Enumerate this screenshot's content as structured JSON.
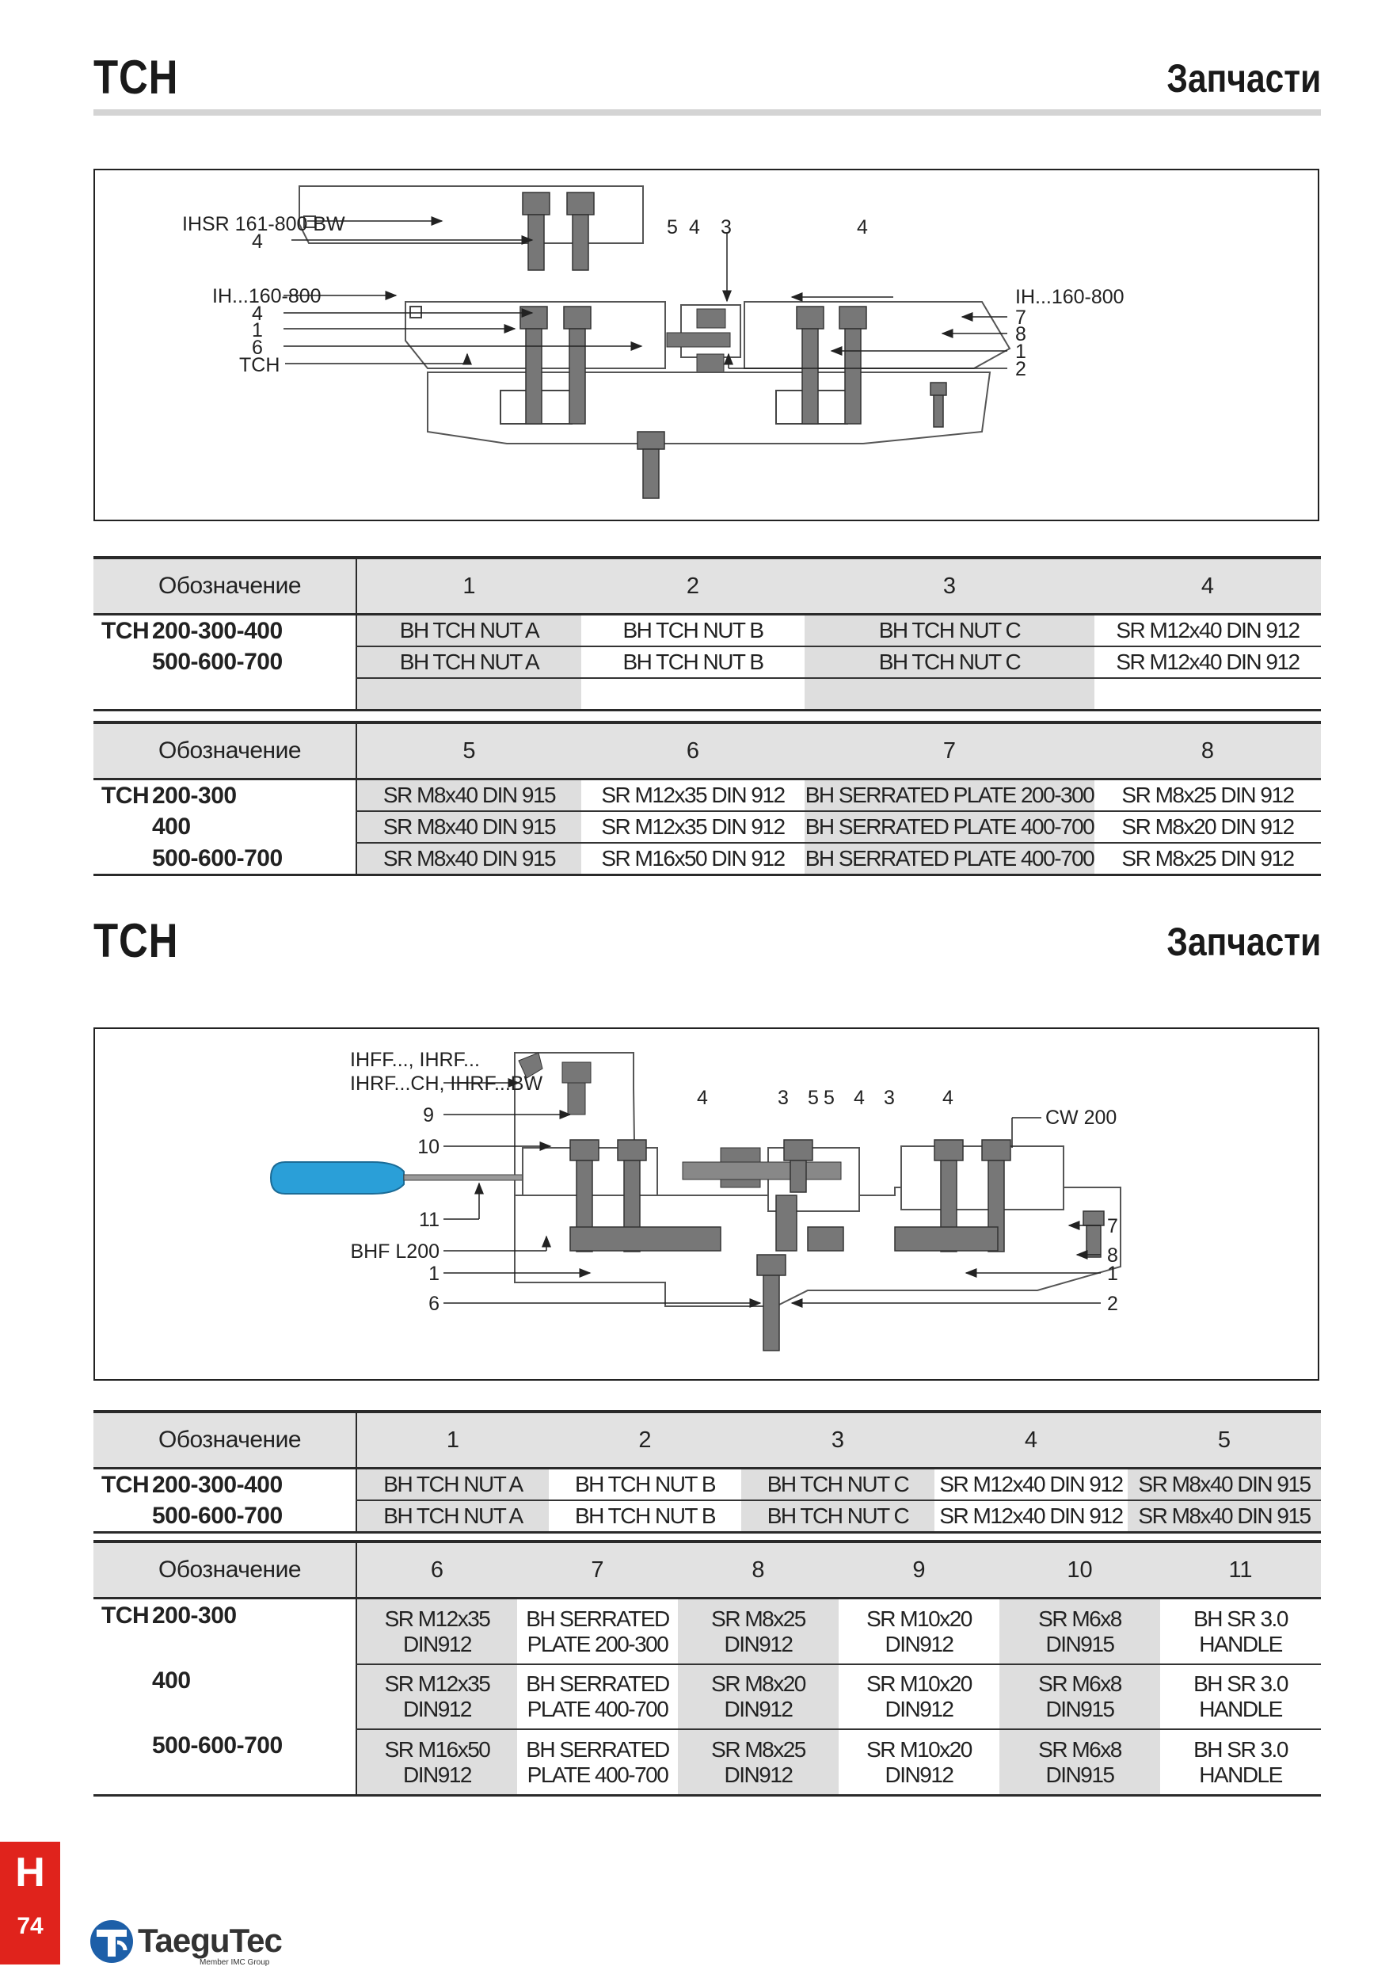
{
  "section1": {
    "title": "TCH",
    "subtitle": "Запчасти",
    "labels": {
      "ihsr": "IHSR 161-800 BW",
      "n4a": "4",
      "ih_left": "IH...160-800",
      "n4b": "4",
      "n1": "1",
      "n6": "6",
      "tch": "TCH",
      "c5": "5",
      "c4": "4",
      "c3": "3",
      "c4b": "4",
      "ih_right": "IH...160-800",
      "r7": "7",
      "r8": "8",
      "r1": "1",
      "r2": "2"
    },
    "table1": {
      "header": [
        "Обозначение",
        "1",
        "2",
        "3",
        "4"
      ],
      "rows": [
        {
          "k": "TCH",
          "size": "200-300-400",
          "cells": [
            "BH TCH NUT A",
            "BH TCH NUT B",
            "BH TCH NUT C",
            "SR M12x40 DIN 912"
          ]
        },
        {
          "k": "",
          "size": "500-600-700",
          "cells": [
            "BH TCH NUT A",
            "BH TCH NUT B",
            "BH TCH NUT C",
            "SR M12x40 DIN 912"
          ]
        }
      ]
    },
    "table2": {
      "header": [
        "Обозначение",
        "5",
        "6",
        "7",
        "8"
      ],
      "rows": [
        {
          "k": "TCH",
          "size": "200-300",
          "cells": [
            "SR M8x40 DIN 915",
            "SR M12x35 DIN 912",
            "BH SERRATED PLATE 200-300",
            "SR M8x25 DIN 912"
          ]
        },
        {
          "k": "",
          "size": "400",
          "cells": [
            "SR M8x40 DIN 915",
            "SR M12x35 DIN 912",
            "BH SERRATED PLATE 400-700",
            "SR M8x20 DIN 912"
          ]
        },
        {
          "k": "",
          "size": "500-600-700",
          "cells": [
            "SR M8x40 DIN 915",
            "SR M16x50 DIN 912",
            "BH SERRATED PLATE 400-700",
            "SR M8x25 DIN 912"
          ]
        }
      ]
    }
  },
  "section2": {
    "title": "TCH",
    "subtitle": "Запчасти",
    "labels": {
      "ihff1": "IHFF..., IHRF...",
      "ihff2": "IHRF...CH, IHRF...BW",
      "n9": "9",
      "n10": "10",
      "n11": "11",
      "bhf": "BHF L200",
      "n1": "1",
      "n6": "6",
      "c4a": "4",
      "c3a": "3",
      "c5a": "5",
      "c5b": "5",
      "c4b": "4",
      "c3b": "3",
      "c4c": "4",
      "cw": "CW 200",
      "r7": "7",
      "r8": "8",
      "r1": "1",
      "r2": "2"
    },
    "table3": {
      "header": [
        "Обозначение",
        "1",
        "2",
        "3",
        "4",
        "5"
      ],
      "rows": [
        {
          "k": "TCH",
          "size": "200-300-400",
          "cells": [
            "BH TCH NUT A",
            "BH TCH NUT B",
            "BH TCH NUT C",
            "SR M12x40 DIN 912",
            "SR M8x40 DIN 915"
          ]
        },
        {
          "k": "",
          "size": "500-600-700",
          "cells": [
            "BH TCH NUT A",
            "BH TCH NUT B",
            "BH TCH NUT C",
            "SR M12x40 DIN 912",
            "SR M8x40 DIN 915"
          ]
        }
      ]
    },
    "table4": {
      "header": [
        "Обозначение",
        "6",
        "7",
        "8",
        "9",
        "10",
        "11"
      ],
      "rows": [
        {
          "k": "TCH",
          "size": "200-300",
          "cells": [
            [
              "SR M12x35",
              "DIN912"
            ],
            [
              "BH SERRATED",
              "PLATE 200-300"
            ],
            [
              "SR M8x25",
              "DIN912"
            ],
            [
              "SR M10x20",
              "DIN912"
            ],
            [
              "SR M6x8",
              "DIN915"
            ],
            [
              "BH SR 3.0",
              "HANDLE"
            ]
          ]
        },
        {
          "k": "",
          "size": "400",
          "cells": [
            [
              "SR M12x35",
              "DIN912"
            ],
            [
              "BH SERRATED",
              "PLATE 400-700"
            ],
            [
              "SR M8x20",
              "DIN912"
            ],
            [
              "SR M10x20",
              "DIN912"
            ],
            [
              "SR M6x8",
              "DIN915"
            ],
            [
              "BH SR 3.0",
              "HANDLE"
            ]
          ]
        },
        {
          "k": "",
          "size": "500-600-700",
          "cells": [
            [
              "SR M16x50",
              "DIN912"
            ],
            [
              "BH SERRATED",
              "PLATE 400-700"
            ],
            [
              "SR M8x25",
              "DIN912"
            ],
            [
              "SR M10x20",
              "DIN912"
            ],
            [
              "SR M6x8",
              "DIN915"
            ],
            [
              "BH SR 3.0",
              "HANDLE"
            ]
          ]
        }
      ]
    }
  },
  "footer": {
    "section_letter": "H",
    "page_number": "74",
    "brand": "TaeguTec",
    "brand_sub": "Member IMC Group"
  },
  "colors": {
    "accent_red": "#e0231c",
    "table_shade": "#dedede",
    "handle_blue": "#2a9fd8"
  }
}
